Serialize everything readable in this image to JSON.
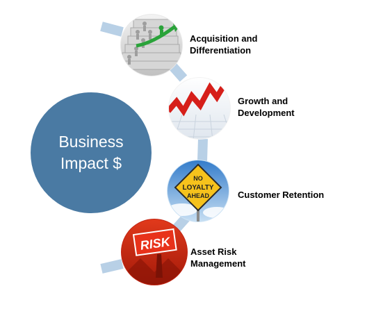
{
  "hub": {
    "line1": "Business",
    "line2": "Impact $",
    "color": "#4a7aa3"
  },
  "connector_color": "#b8d0e6",
  "stages": [
    {
      "icon": "staircase-runners-icon",
      "line1": "Acquisition and",
      "line2": "Differentiation"
    },
    {
      "icon": "rising-arrow-chart-icon",
      "line1": "Growth and",
      "line2": "Development"
    },
    {
      "icon": "loyalty-road-sign-icon",
      "sign_lines": [
        "NO",
        "LOYALTY",
        "AHEAD"
      ],
      "line1": "Customer Retention"
    },
    {
      "icon": "risk-sign-icon",
      "sign_text": "RISK",
      "line1": "Asset Risk",
      "line2": "Management"
    }
  ]
}
